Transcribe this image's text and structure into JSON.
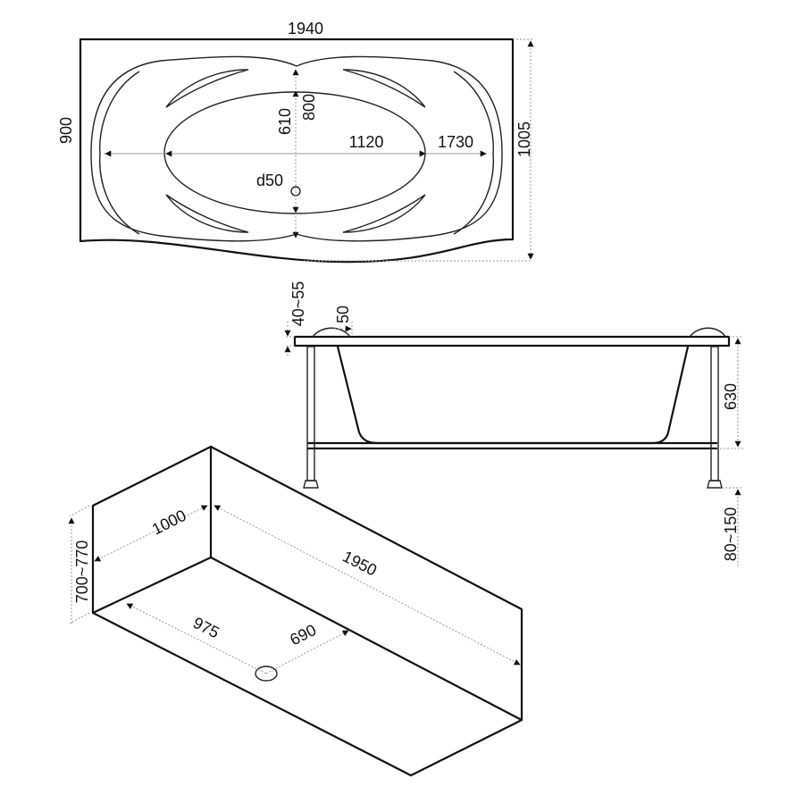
{
  "top_view": {
    "length": "1940",
    "width": "900",
    "total_width": "1005",
    "inner_width": "610",
    "outer_width": "800",
    "inner_length": "1120",
    "outer_length": "1730",
    "drain": "d50"
  },
  "side_view": {
    "rim_thickness": "40~55",
    "rim_offset": "50",
    "height": "630",
    "leg_range": "80~150"
  },
  "iso_view": {
    "depth": "1000",
    "length": "1950",
    "height_range": "700~770",
    "drain_x": "975",
    "drain_y": "690"
  }
}
